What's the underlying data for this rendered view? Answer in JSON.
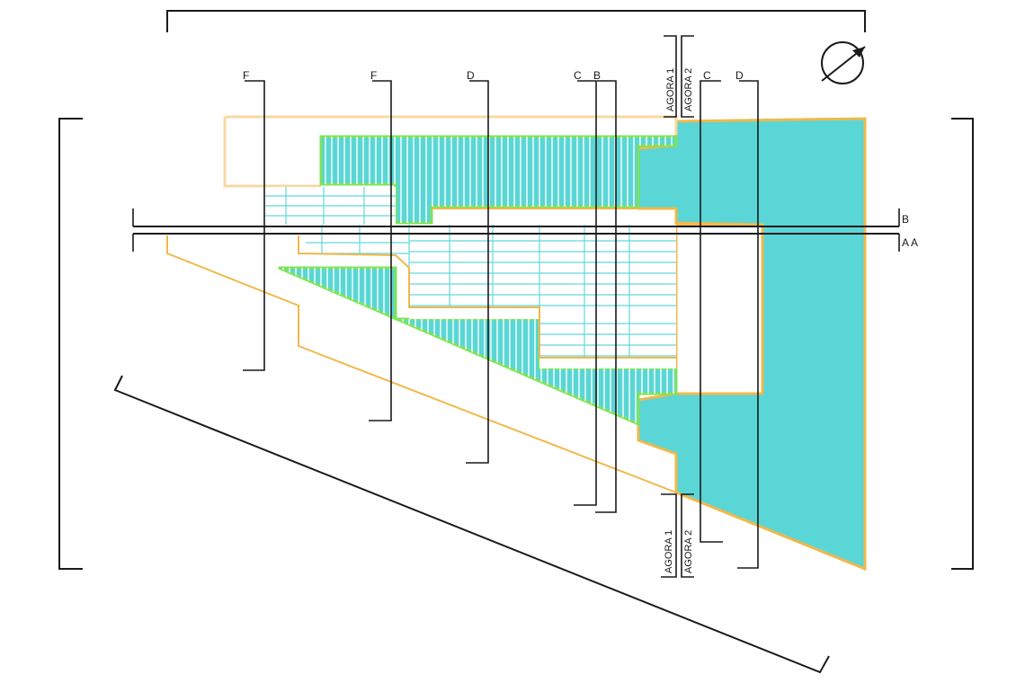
{
  "colors": {
    "water": "#5ad6d6",
    "orange_outline": "#f1b84a",
    "orange_light": "#f7d9a2",
    "green_outline": "#7ee35a",
    "grid": "#64d8dc",
    "ink": "#1a1a1a"
  },
  "north_symbol": "north-arrow-icon",
  "sections": {
    "f_left": "F",
    "f_right": "F",
    "d_top_mid": "D",
    "c_top": "C",
    "b_top": "B",
    "c_right": "C",
    "d_right": "D",
    "b_side": "B",
    "a_side": "A A",
    "agora1_top": "AGORA 1",
    "agora2_top": "AGORA 2",
    "agora1_bottom": "AGORA 1",
    "agora2_bottom": "AGORA 2"
  }
}
